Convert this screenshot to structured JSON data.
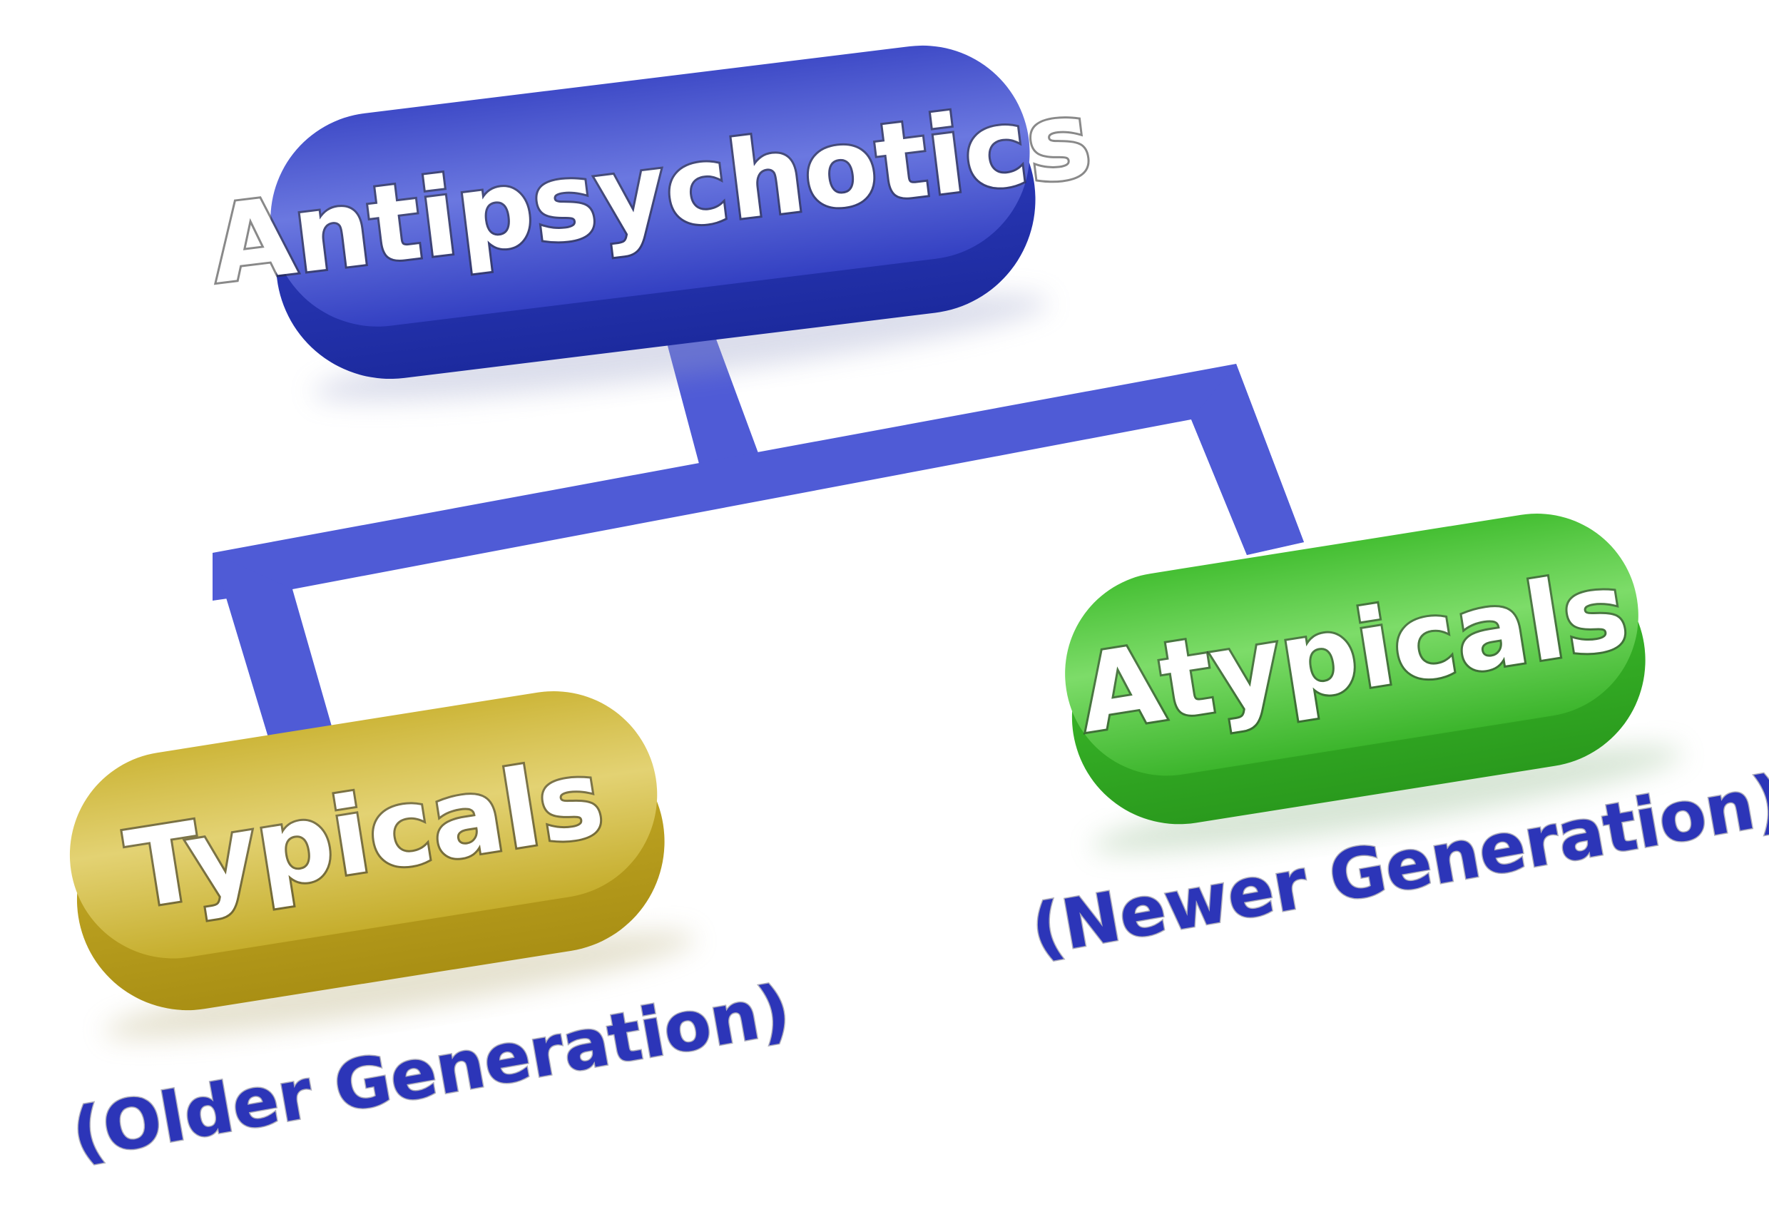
{
  "diagram": {
    "root": {
      "label": "Antipsychotics",
      "color_top": "#5a67d8",
      "color_base": "#2a35b0",
      "color_edge": "#1c2590"
    },
    "left": {
      "label": "Typicals",
      "sublabel": "(Older Generation)",
      "color_top": "#dcc74e",
      "color_base": "#c4ac28",
      "color_edge": "#a38d17"
    },
    "right": {
      "label": "Atypicals",
      "sublabel": "(Newer Generation)",
      "color_top": "#5fce4a",
      "color_base": "#38b82a",
      "color_edge": "#2a961e"
    },
    "connector_color": "#4f5bd6",
    "sublabel_color": "#2c35b8"
  }
}
